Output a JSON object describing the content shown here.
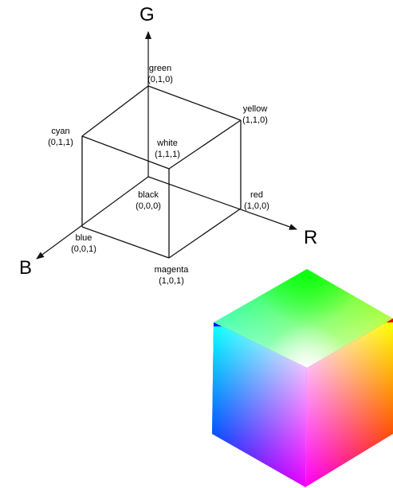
{
  "axes": {
    "g": "G",
    "r": "R",
    "b": "B"
  },
  "vertices": {
    "green": {
      "name": "green",
      "coords": "(0,1,0)"
    },
    "yellow": {
      "name": "yellow",
      "coords": "(1,1,0)"
    },
    "cyan": {
      "name": "cyan",
      "coords": "(0,1,1)"
    },
    "white": {
      "name": "white",
      "coords": "(1,1,1)"
    },
    "black": {
      "name": "black",
      "coords": "(0,0,0)"
    },
    "red": {
      "name": "red",
      "coords": "(1,0,0)"
    },
    "blue": {
      "name": "blue",
      "coords": "(0,0,1)"
    },
    "magenta": {
      "name": "magenta",
      "coords": "(1,0,1)"
    }
  },
  "colors": {
    "line": "#111111",
    "green": "#00ff00",
    "cyan": "#00ffff",
    "yellow": "#ffff00",
    "white": "#ffffff",
    "blue": "#0000ff",
    "magenta": "#ff00ff",
    "red": "#ff0000"
  }
}
